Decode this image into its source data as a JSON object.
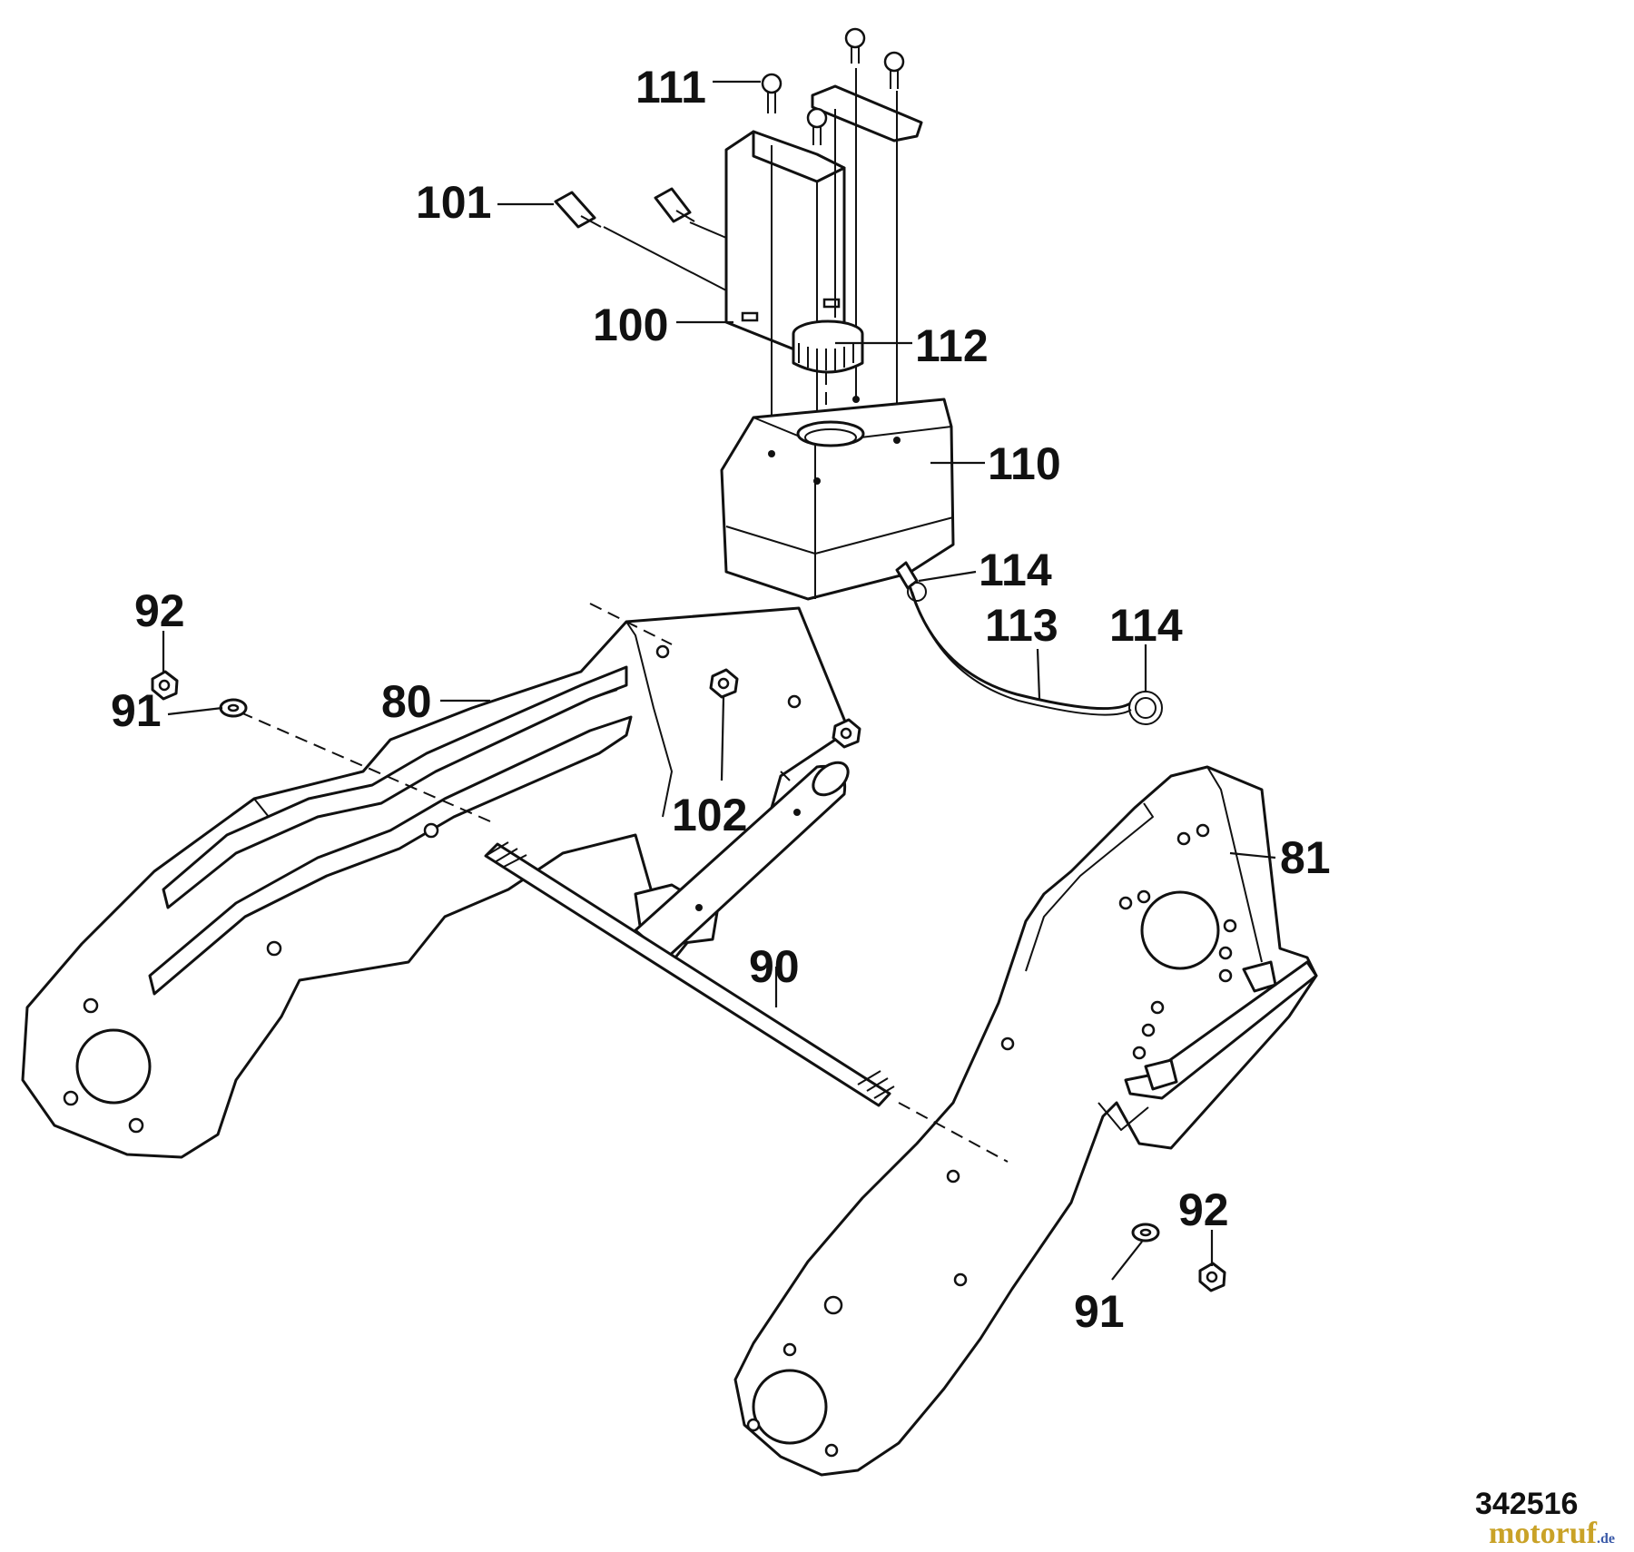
{
  "callouts": [
    {
      "id": "c111",
      "label": "111"
    },
    {
      "id": "c101",
      "label": "101"
    },
    {
      "id": "c100",
      "label": "100"
    },
    {
      "id": "c112",
      "label": "112"
    },
    {
      "id": "c110",
      "label": "110"
    },
    {
      "id": "c114a",
      "label": "114"
    },
    {
      "id": "c113",
      "label": "113"
    },
    {
      "id": "c114b",
      "label": "114"
    },
    {
      "id": "c92a",
      "label": "92"
    },
    {
      "id": "c91a",
      "label": "91"
    },
    {
      "id": "c80",
      "label": "80"
    },
    {
      "id": "c102",
      "label": "102"
    },
    {
      "id": "c81",
      "label": "81"
    },
    {
      "id": "c90",
      "label": "90"
    },
    {
      "id": "c92b",
      "label": "92"
    },
    {
      "id": "c91b",
      "label": "91"
    }
  ],
  "drawing_number": "342516",
  "watermark": {
    "text": "motoruf",
    "suffix": ".de",
    "colors": {
      "primary": "#c9a227",
      "accent": "#3b5aa8"
    }
  }
}
